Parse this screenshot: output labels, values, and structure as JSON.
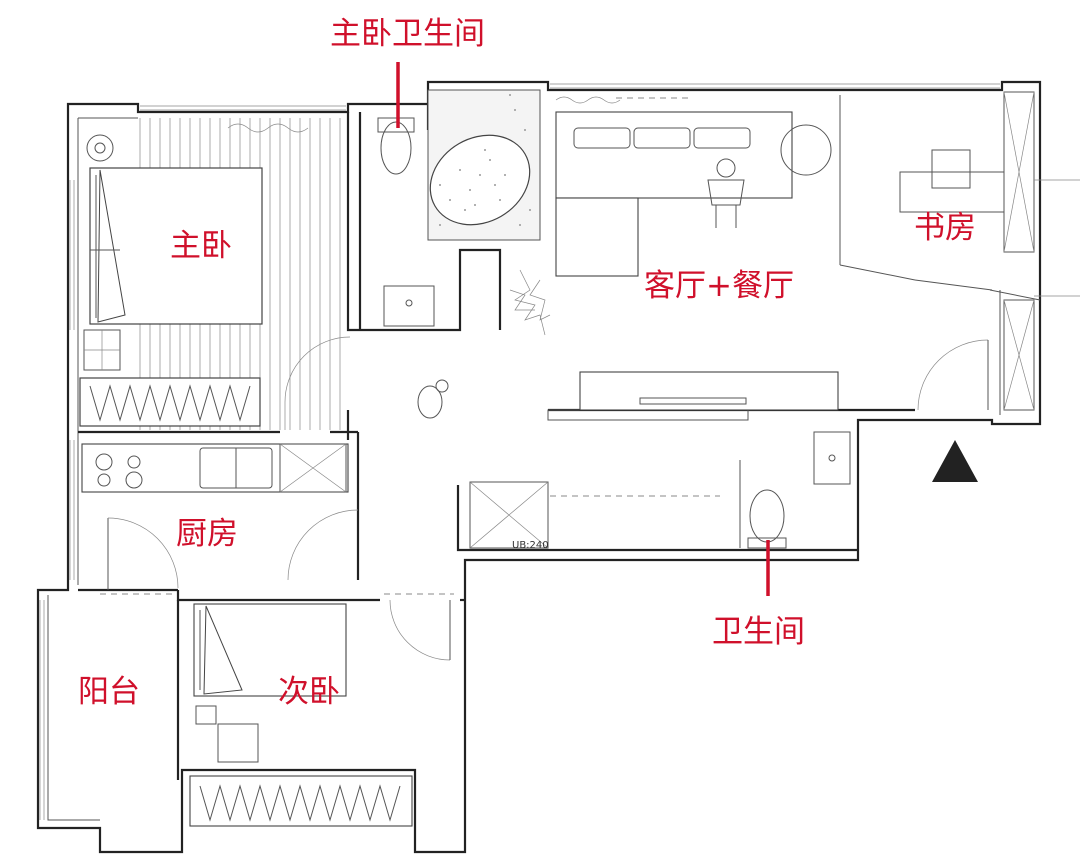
{
  "rooms": {
    "master_bath": "主卧卫生间",
    "master_bedroom": "主卧",
    "living_dining": "客厅+餐厅",
    "study": "书房",
    "kitchen": "厨房",
    "bathroom": "卫生间",
    "balcony": "阳台",
    "second_bedroom": "次卧"
  },
  "annotations": {
    "ub_label": "UB:240"
  },
  "colors": {
    "label": "#d0102b",
    "wall": "#222222",
    "entrance_marker": "#222222"
  },
  "icons": {
    "entrance": "entrance-triangle-icon"
  }
}
